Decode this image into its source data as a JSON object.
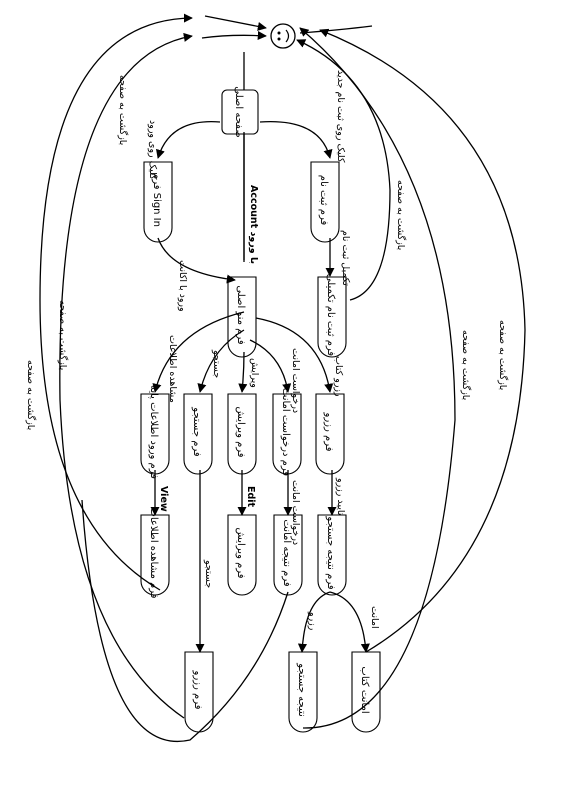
{
  "diagram": {
    "actor": {
      "icon": "smiley-face-icon"
    },
    "nodes": {
      "start": "صفحه اصلی",
      "signin": "فرم Sign In",
      "register": "فرم ثبت نام",
      "register_submit": "فرم ثبت نام تکمیلی",
      "main_menu": "فرم منو اصلی",
      "info_entry": "فرم ورود اطلاعات پایه",
      "search": "فرم جستجو",
      "edit": "فرم ویرایش",
      "help_request": "فرم درخواست امانت",
      "reserve": "فرم رزرو",
      "info_view": "فرم مشاهده اطلاعات",
      "edit_submit": "فرم ویرایش",
      "help_result": "فرم نتیجه امانت",
      "reserve_result": "فرم رزرو",
      "search_result": "فرم نتیجه جستجو",
      "result_view": "نتیجه جستجو",
      "result_trust": "امانت کتاب"
    },
    "edges": {
      "e_start_signin": "کلیک روی ورود",
      "e_start_register": "کلیک روی ثبت نام جدید",
      "e_signin_menu": "ورود با اکانت",
      "e_start_menu": "Account با ورود",
      "e_register_submit": "تکمیل ثبت نام",
      "e_submit_back": "بازگشت به صفحه",
      "e_menu_info": "مشاهده اطلاعات",
      "e_menu_search": "جستجو",
      "e_menu_edit": "ویرایش",
      "e_menu_help": "درخواست امانت",
      "e_menu_reserve": "رزرو کتاب",
      "e_view": "View",
      "e_edit": "Edit",
      "e_help": "درخواست امانت",
      "e_reserve": "تایید رزرو",
      "e_search": "جستجو",
      "e_result_left": "رزرو",
      "e_result_right": "امانت",
      "e_back_1": "بازگشت به صفحه",
      "e_back_2": "بازگشت به صفحه",
      "e_back_3": "بازگشت به صفحه",
      "e_back_4": "بازگشت به صفحه",
      "e_back_5": "بازگشت به صفحه"
    }
  }
}
